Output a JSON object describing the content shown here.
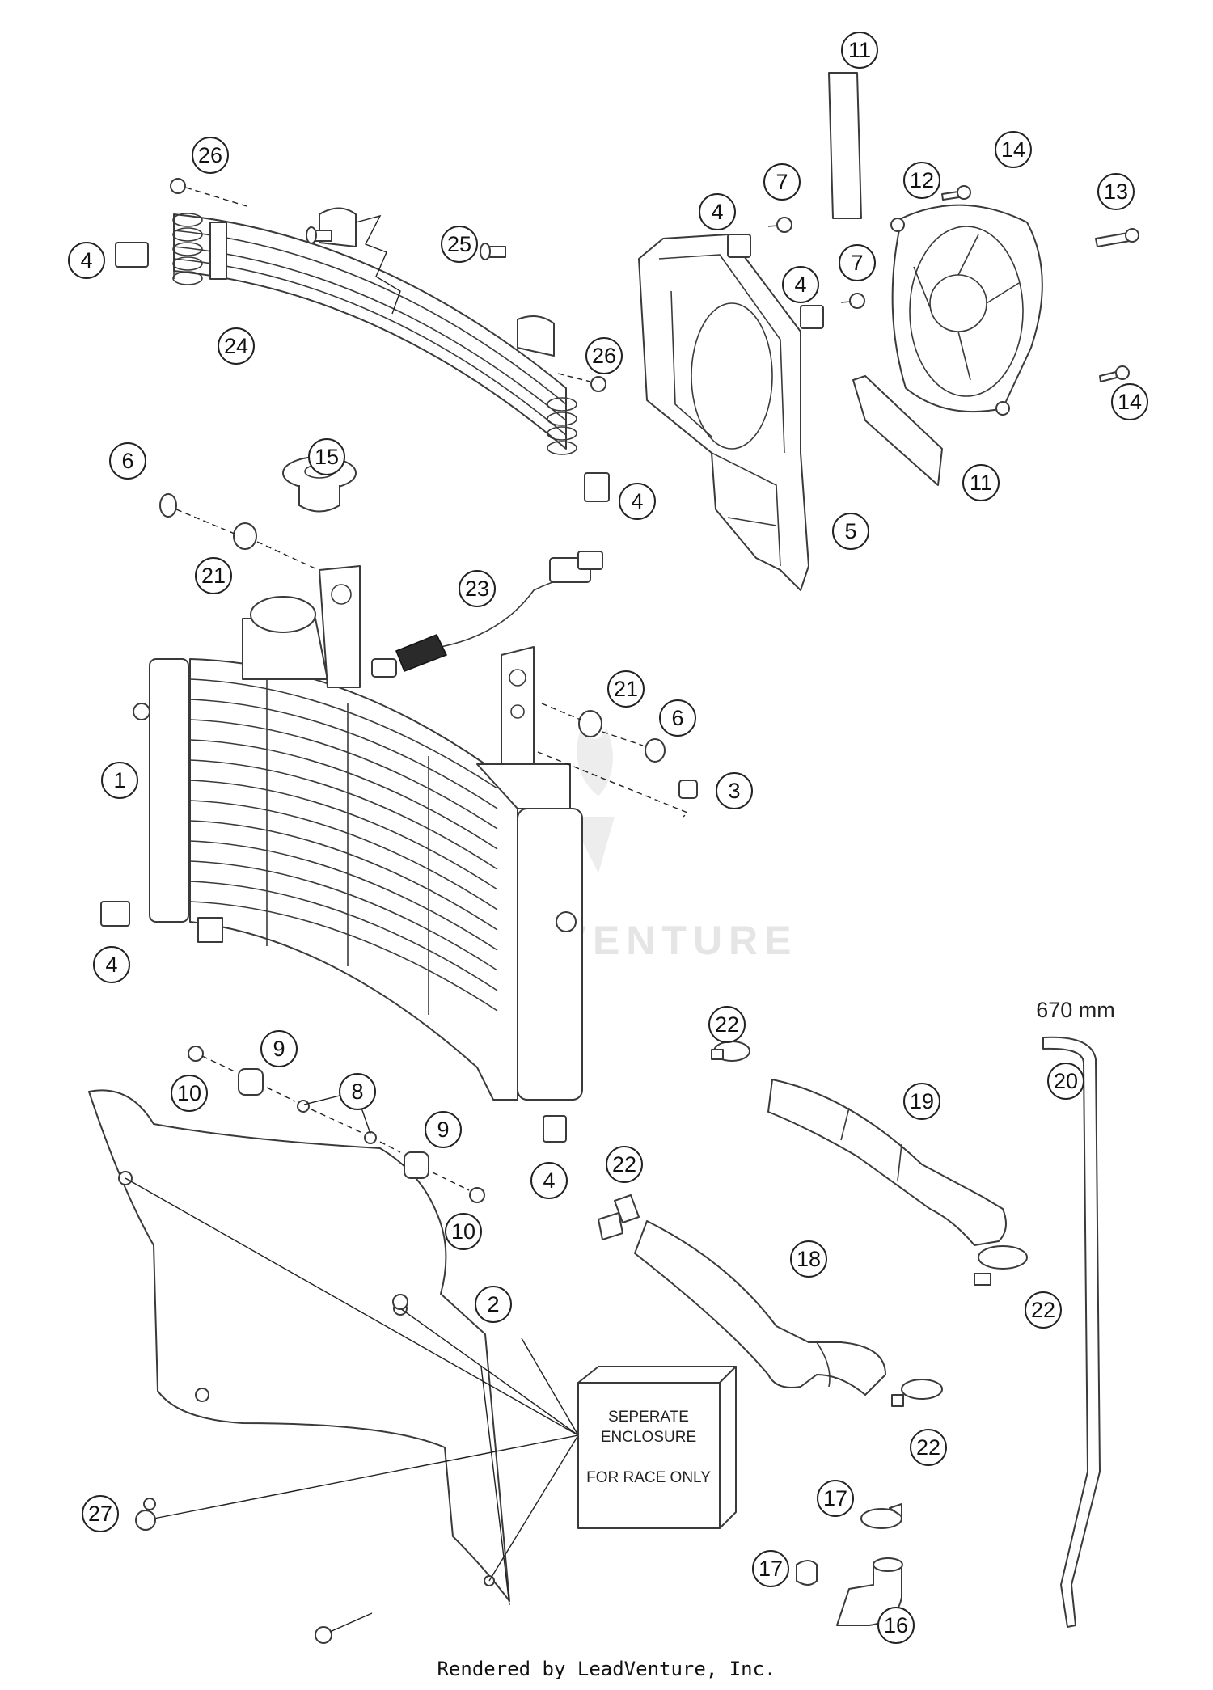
{
  "watermark": "LEADVENTURE",
  "length_note": "670 mm",
  "enclosure_note": {
    "line1": "SEPERATE",
    "line2": "ENCLOSURE",
    "line3": "FOR RACE ONLY"
  },
  "footer": "Rendered by LeadVenture, Inc.",
  "callouts": [
    "1",
    "2",
    "3",
    "4",
    "5",
    "6",
    "7",
    "8",
    "9",
    "10",
    "11",
    "12",
    "13",
    "14",
    "15",
    "16",
    "17",
    "18",
    "19",
    "20",
    "21",
    "22",
    "23",
    "24",
    "25",
    "26",
    "27"
  ]
}
